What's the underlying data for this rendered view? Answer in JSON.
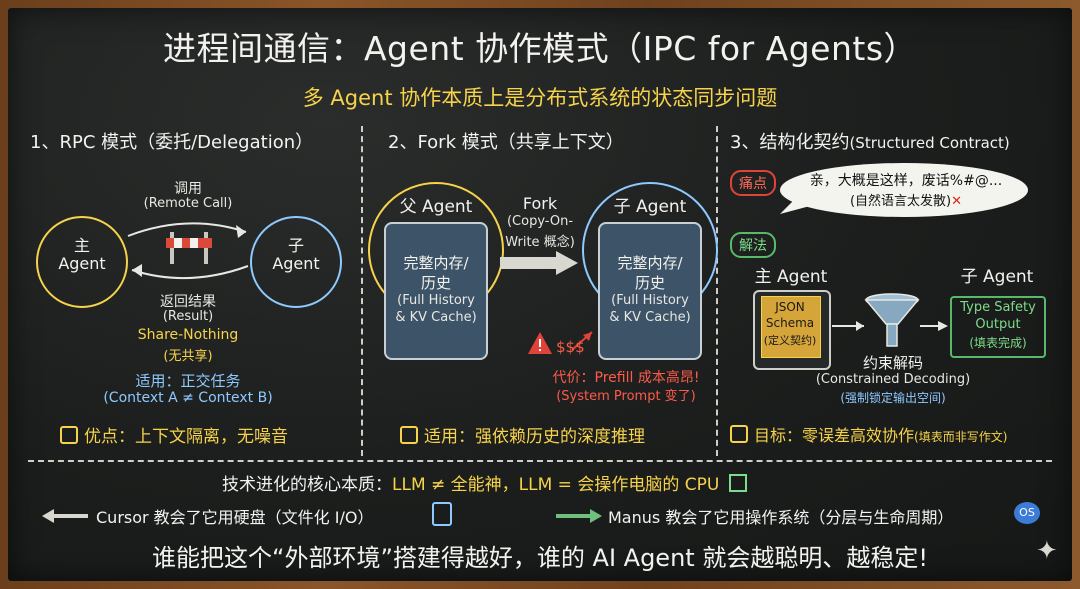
{
  "title": "进程间通信：Agent 协作模式（IPC for Agents）",
  "subtitle": "多 Agent 协作本质上是分布式系统的状态同步问题",
  "sections": {
    "rpc": {
      "heading": "1、RPC 模式（委托/Delegation）",
      "main_line1": "主",
      "main_line2": "Agent",
      "child_line1": "子",
      "child_line2": "Agent",
      "call": "调用",
      "call_en": "(Remote Call)",
      "return": "返回结果",
      "return_en": "(Result)",
      "share": "Share-Nothing",
      "share_cn": "(无共享)",
      "apply": "适用：正交任务",
      "apply_en": "(Context A ≠ Context B)",
      "pro": "优点：上下文隔离，无噪音"
    },
    "fork": {
      "heading": "2、Fork 模式（共享上下文）",
      "parent": "父 Agent",
      "child": "子 Agent",
      "fork": "Fork",
      "fork_desc1": "(Copy-On-",
      "fork_desc2": "Write 概念)",
      "mem1": "完整内存/",
      "mem2": "历史",
      "mem3": "(Full History",
      "mem4": "& KV Cache)",
      "cost_icon": "$$$",
      "cost": "代价：Prefill 成本高昂!",
      "cost_en": "(System Prompt 变了)",
      "apply": "适用：强依赖历史的深度推理"
    },
    "contract": {
      "heading": "3、结构化契约",
      "heading_en": "(Structured Contract)",
      "pain": "痛点",
      "bubble1": "亲，大概是这样，废话%#@...",
      "bubble2": "(自然语言太发散)",
      "solution": "解法",
      "main": "主 Agent",
      "child": "子 Agent",
      "json1": "JSON",
      "json2": "Schema",
      "json3": "(定义契约)",
      "decode": "约束解码",
      "decode_en": "(Constrained Decoding)",
      "decode_note": "(强制锁定输出空间)",
      "out1": "Type Safety",
      "out2": "Output",
      "out3": "(填表完成)",
      "goal": "目标：零误差高效协作",
      "goal_note": "(填表而非写作文)"
    }
  },
  "bottom": {
    "essence_pre": "技术进化的核心本质：",
    "essence": "LLM ≠ 全能神，LLM = 会操作电脑的 CPU",
    "cursor": "Cursor 教会了它用硬盘（文件化 I/O）",
    "manus": "Manus 教会了它用操作系统（分层与生命周期）",
    "os_badge": "OS",
    "final": "谁能把这个“外部环境”搭建得越好，谁的 AI Agent 就会越聪明、越稳定!"
  },
  "colors": {
    "accent_yellow": "#f6d34a",
    "accent_blue": "#8ec9ff",
    "accent_red": "#ff5a4a",
    "accent_green": "#7ddc8a",
    "board": "#1d1f1e",
    "frame": "#7a4a22"
  }
}
